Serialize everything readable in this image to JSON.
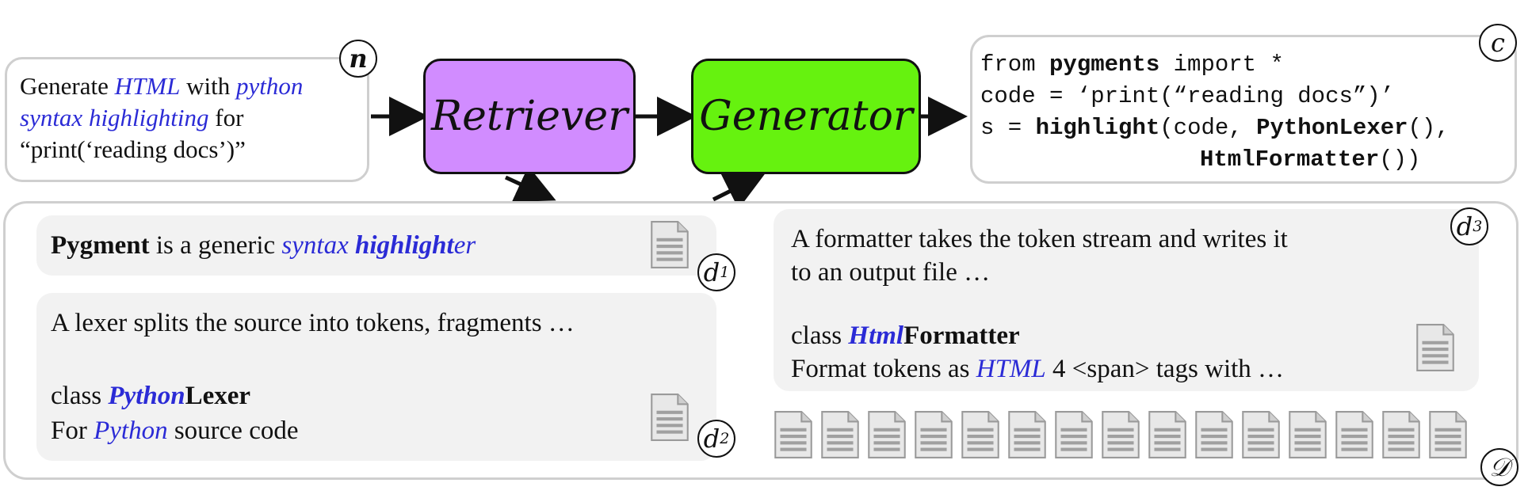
{
  "query": {
    "label": "n",
    "line1_a": "Generate ",
    "line1_b": "HTML",
    "line1_c": " with ",
    "line1_d": "python",
    "line2_a": "syntax highlighting",
    "line2_b": " for",
    "line3": "“print(‘reading docs’)”"
  },
  "retriever": {
    "label": "Retriever"
  },
  "generator": {
    "label": "Generator"
  },
  "code": {
    "label": "c",
    "l1_a": "from ",
    "l1_b": "pygments",
    "l1_c": " import *",
    "l2": "code = ‘print(“reading docs”)’",
    "l3_a": "s = ",
    "l3_b": "highlight",
    "l3_c": "(code, ",
    "l3_d": "PythonLexer",
    "l3_e": "(),",
    "l4_a": "HtmlFormatter",
    "l4_b": "())"
  },
  "corpus": {
    "label": "𝒟"
  },
  "docs": {
    "d1": {
      "label": "d",
      "sub": "1",
      "text_a": "Pygment",
      "text_b": " is a generic ",
      "text_c": "syntax ",
      "text_d": "highlight",
      "text_e": "er"
    },
    "d2": {
      "label": "d",
      "sub": "2",
      "line1": "A lexer splits the source into tokens, fragments …",
      "line2_a": "class ",
      "line2_b": "Python",
      "line2_c": "Lexer",
      "line3_a": "For ",
      "line3_b": "Python",
      "line3_c": " source code"
    },
    "d3": {
      "label": "d",
      "sub": "3",
      "line1": "A formatter takes the token stream and writes it",
      "line2": "to an output file …",
      "line3_a": "class ",
      "line3_b": "Html",
      "line3_c": "Formatter",
      "line4_a": "Format tokens as ",
      "line4_b": "HTML",
      "line4_c": " 4 <span> tags with …"
    }
  },
  "colors": {
    "retriever": "#d18cff",
    "generator": "#66f20f",
    "highlight_blue": "#2b2bd6",
    "border_gray": "#cfcfcf",
    "card_bg": "#f2f2f2"
  },
  "icons": {
    "document": "document-icon"
  }
}
